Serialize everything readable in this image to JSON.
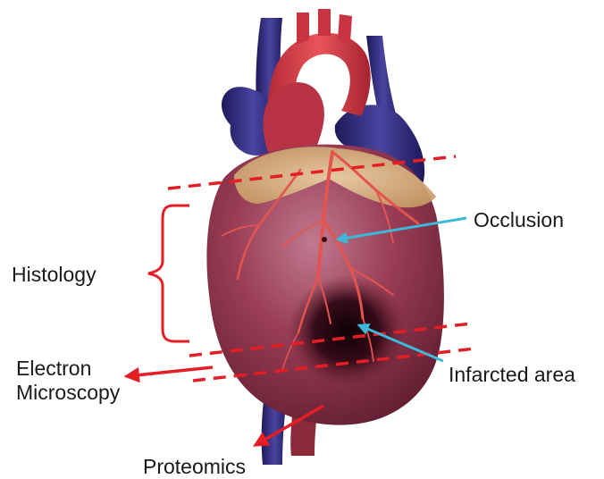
{
  "labels": {
    "histology": "Histology",
    "electron_microscopy": "Electron\nMicroscopy",
    "proteomics": "Proteomics",
    "occlusion": "Occlusion",
    "infarcted_area": "Infarcted area"
  },
  "colors": {
    "section_lines": "#e31e24",
    "pointer_arrows": "#3bb9d9",
    "heart_muscle": "#8e3349",
    "aorta": "#d2363f",
    "veins": "#2c2573",
    "fat": "#e3c08d",
    "infarct": "#140308"
  }
}
